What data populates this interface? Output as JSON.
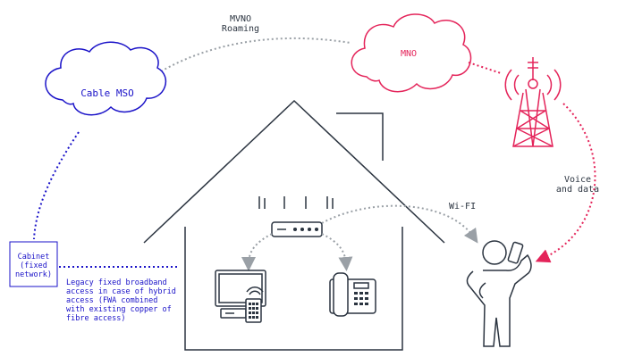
{
  "colors": {
    "cable": "#1a12c8",
    "mno": "#e4245a",
    "ink": "#2b3440",
    "dots": "#9aa0a6"
  },
  "labels": {
    "mvno": "MVNO\nRoaming",
    "mno": "MNO",
    "cable_mso": "Cable MSO",
    "cabinet": "Cabinet\n(fixed\nnetwork)",
    "legacy": "Legacy fixed broadband\naccess in case of hybrid\naccess (FWA combined\nwith existing copper of\nfibre access)",
    "wifi": "Wi-FI",
    "voice_data": "Voice\nand data"
  },
  "icons": [
    "cloud-icon",
    "cell-tower-icon",
    "house-icon",
    "router-icon",
    "tv-set-top-box-icon",
    "desk-phone-icon",
    "person-with-phone-icon"
  ]
}
